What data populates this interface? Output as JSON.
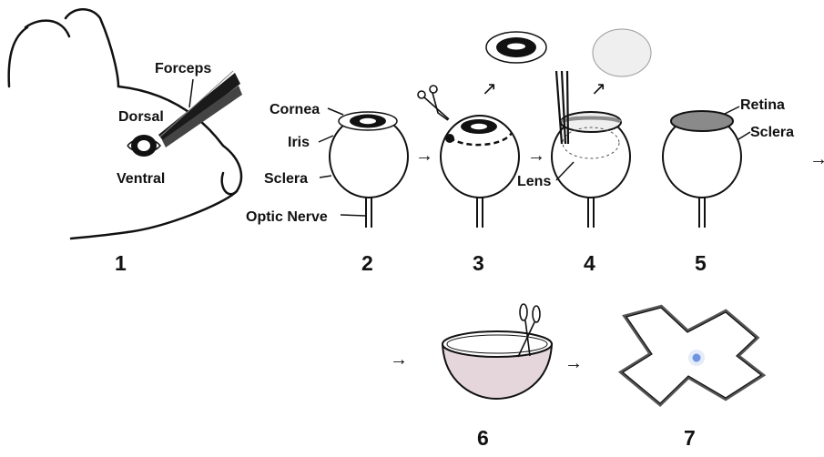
{
  "labels": {
    "forceps": "Forceps",
    "dorsal": "Dorsal",
    "ventral": "Ventral",
    "cornea": "Cornea",
    "iris": "Iris",
    "sclera": "Sclera",
    "optic_nerve": "Optic Nerve",
    "lens": "Lens",
    "retina": "Retina",
    "sclera_right": "Sclera"
  },
  "steps": [
    "1",
    "2",
    "3",
    "4",
    "5",
    "6",
    "7"
  ],
  "arrows": {
    "right": "→",
    "up_right": "↗"
  },
  "icons": {
    "scissors": "scissors-icon",
    "forceps": "forceps-icon"
  },
  "colors": {
    "line": "#111111",
    "retina": "#8a8a8a",
    "bowl_fill": "#e4d6db",
    "lens_fill": "#efefef",
    "blue_spot": "#4a78d8"
  }
}
